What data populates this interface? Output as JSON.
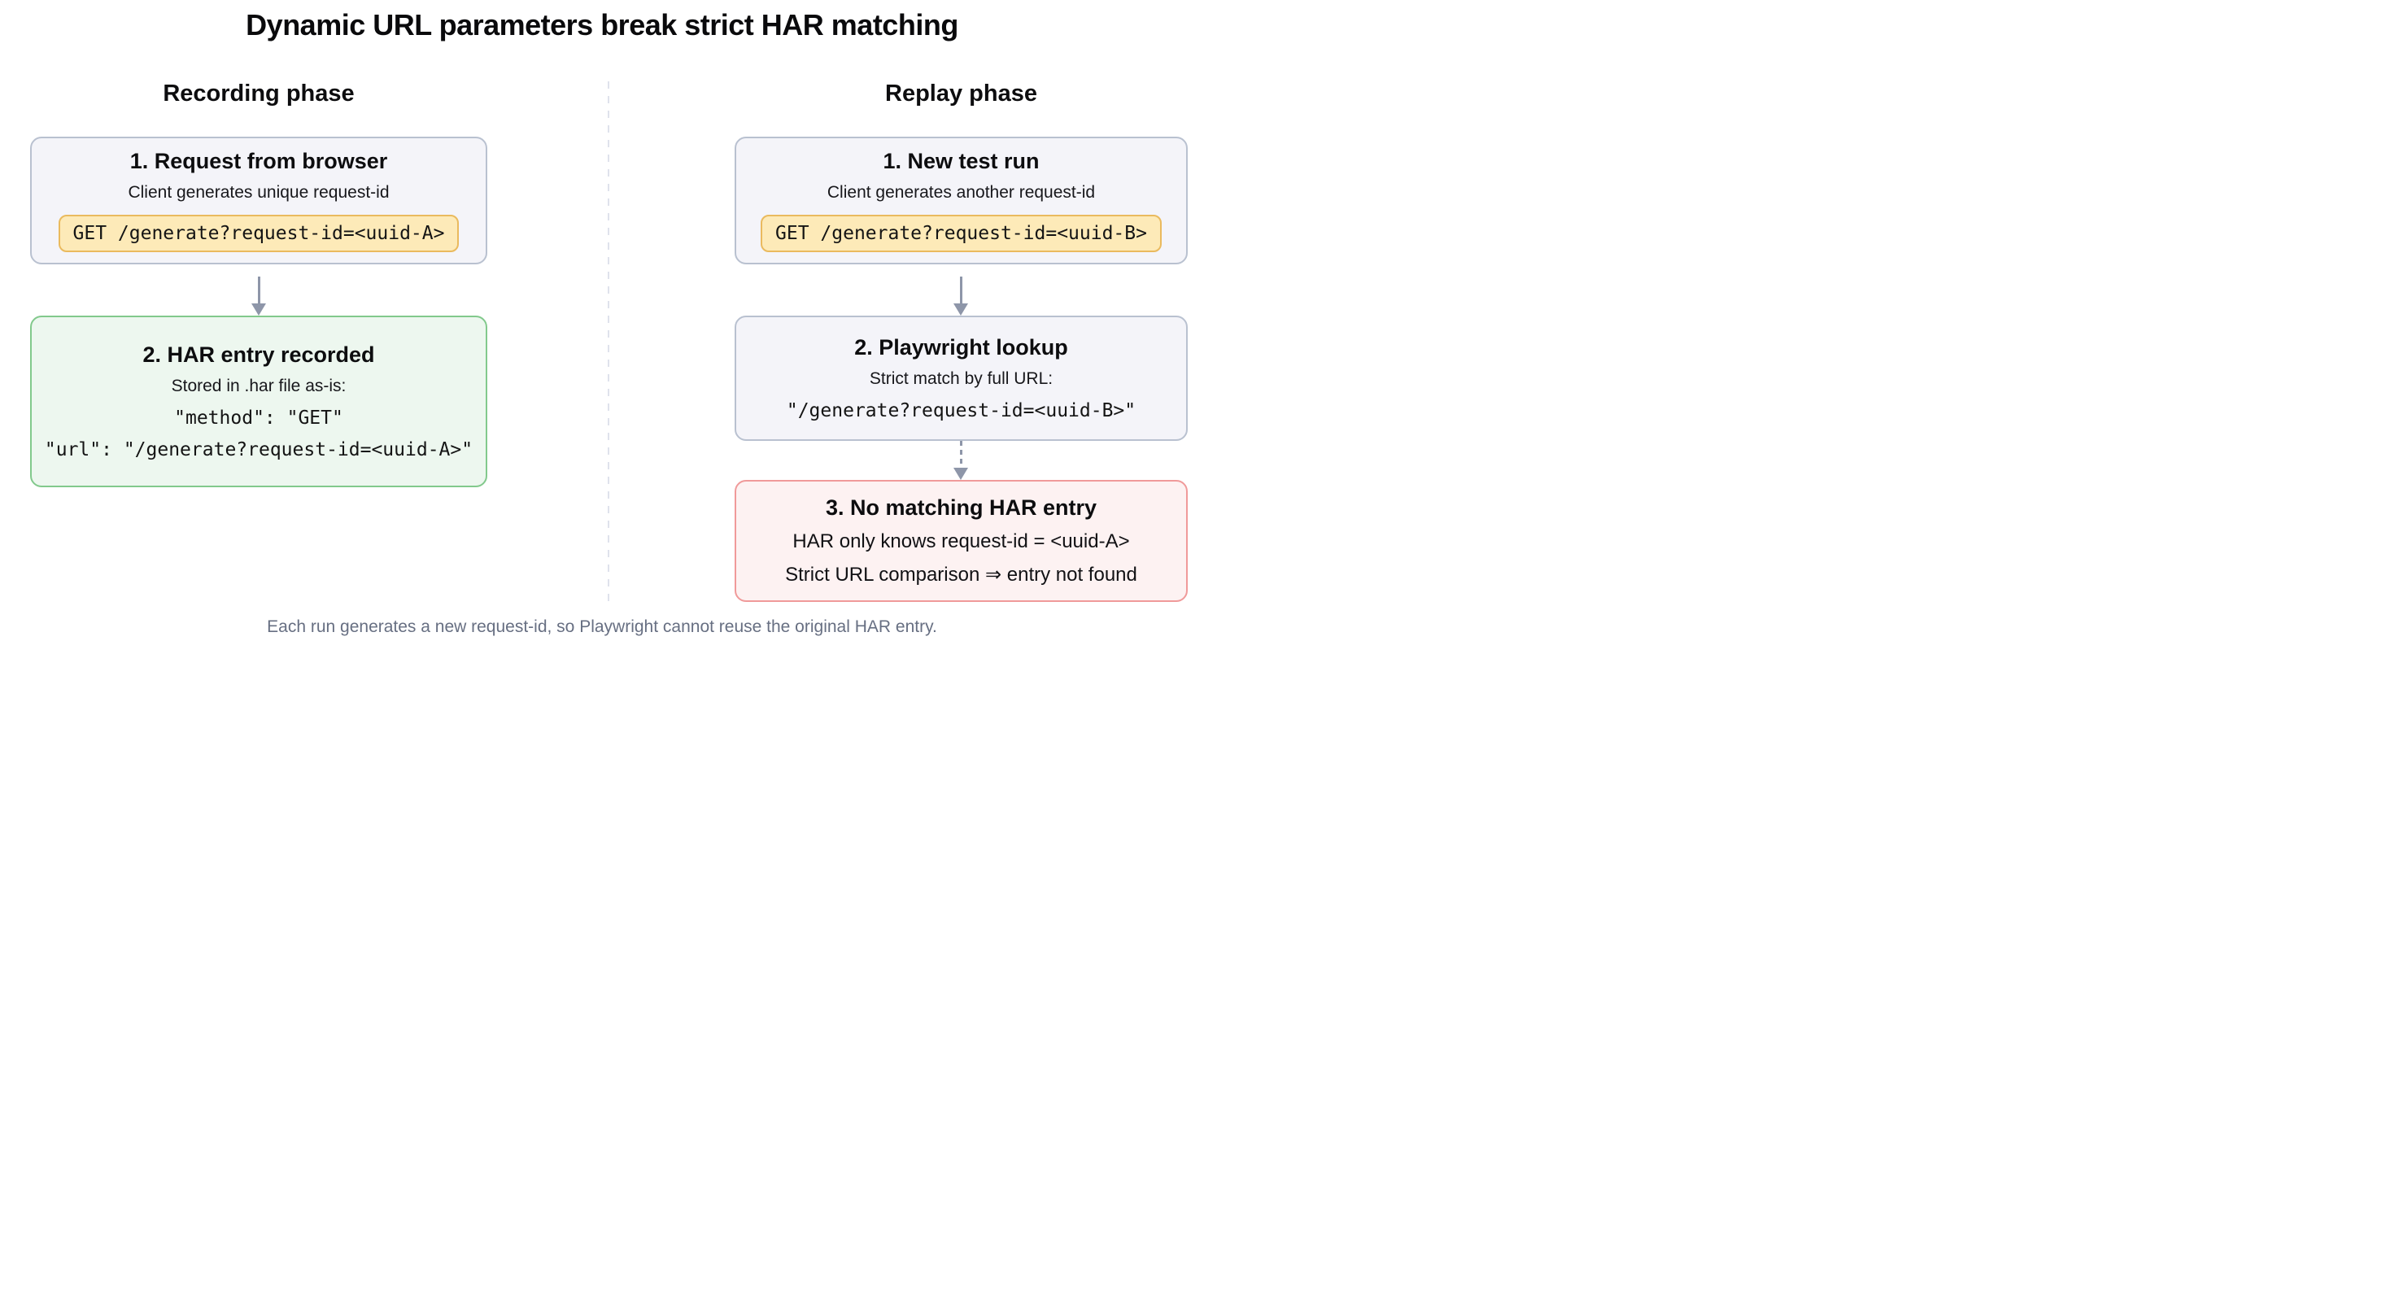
{
  "diagram": {
    "title": "Dynamic URL parameters break strict HAR matching",
    "footer": "Each run generates a new request-id, so Playwright cannot reuse the original HAR entry."
  },
  "recording": {
    "header": "Recording phase",
    "step1": {
      "title": "1. Request from browser",
      "subtitle": "Client generates unique request-id",
      "code": "GET /generate?request-id=<uuid-A>"
    },
    "step2": {
      "title": "2. HAR entry recorded",
      "subtitle": "Stored in .har file as-is:",
      "code_line1": "\"method\": \"GET\"",
      "code_line2": "\"url\": \"/generate?request-id=<uuid-A>\""
    }
  },
  "replay": {
    "header": "Replay phase",
    "step1": {
      "title": "1. New test run",
      "subtitle": "Client generates another request-id",
      "code": "GET /generate?request-id=<uuid-B>"
    },
    "step2": {
      "title": "2. Playwright lookup",
      "subtitle": "Strict match by full URL:",
      "code": "\"/generate?request-id=<uuid-B>\""
    },
    "step3": {
      "title": "3. No matching HAR entry",
      "line1": "HAR only knows request-id = <uuid-A>",
      "line2": "Strict URL comparison ⇒ entry not found"
    }
  },
  "colors": {
    "neutral_card_bg": "#f4f4f9",
    "neutral_card_border": "#b9c1d0",
    "green_card_bg": "#edf7ef",
    "green_card_border": "#82c98c",
    "red_card_bg": "#fdf2f2",
    "red_card_border": "#f09a9a",
    "code_pill_bg": "#fdeab8",
    "code_pill_border": "#eaba5e",
    "arrow": "#8e96a9",
    "divider": "#dfe2ec",
    "footer_text": "#676f82"
  }
}
